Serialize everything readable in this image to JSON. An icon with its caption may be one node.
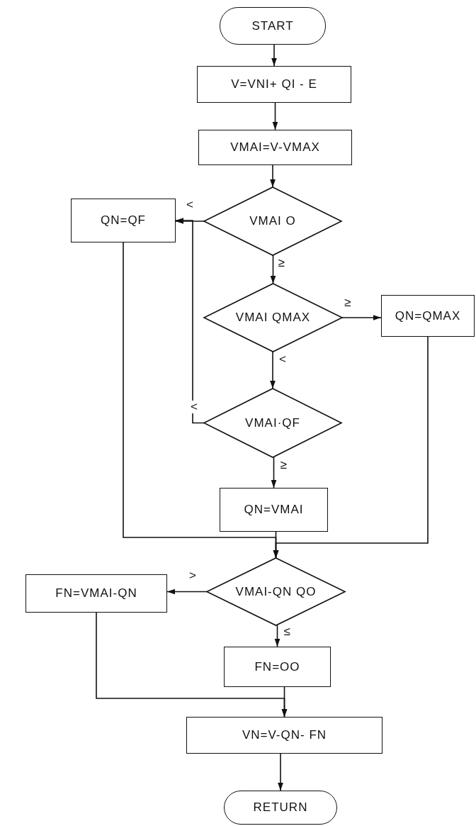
{
  "diagram": {
    "nodes": [
      {
        "text": [
          "START"
        ]
      },
      {
        "text": [
          "V=VNI+ QI - E"
        ]
      },
      {
        "text": [
          "VMAI=V-VMAX"
        ]
      },
      {
        "text": [
          "VMAI O"
        ]
      },
      {
        "text": [
          "QN=QF"
        ]
      },
      {
        "text": [
          "VMAI QMAX"
        ]
      },
      {
        "text": [
          "QN=QMAX"
        ]
      },
      {
        "text": [
          "VMAI·QF"
        ]
      },
      {
        "text": [
          "QN=VMAI"
        ]
      },
      {
        "text": [
          "VMAI-QN QO"
        ]
      },
      {
        "text": [
          "FN=VMAI-QN"
        ]
      },
      {
        "text": [
          "FN=OO"
        ]
      },
      {
        "text": [
          "VN=V-QN- FN"
        ]
      },
      {
        "text": [
          "RETURN"
        ]
      }
    ],
    "edges": [
      {
        "from": 0,
        "to": 1,
        "arrow": "to"
      },
      {
        "from": 1,
        "to": 2,
        "arrow": "to"
      },
      {
        "from": 2,
        "to": 3,
        "arrow": "to"
      },
      {
        "from": 3,
        "to": 4,
        "arrow": "to",
        "label": "<"
      },
      {
        "from": 3,
        "to": 5,
        "arrow": "to",
        "label": "≥"
      },
      {
        "from": 5,
        "to": 6,
        "arrow": "to",
        "label": "≥"
      },
      {
        "from": 5,
        "to": 7,
        "arrow": "to",
        "label": "<"
      },
      {
        "from": 7,
        "to": 4,
        "arrow": "to",
        "label": "<"
      },
      {
        "from": 7,
        "to": 8,
        "arrow": "to",
        "label": "≥"
      },
      {
        "from": 4,
        "to": 9,
        "arrow": "to"
      },
      {
        "from": 8,
        "to": 9,
        "arrow": "to"
      },
      {
        "from": 6,
        "to": 9,
        "arrow": "to"
      },
      {
        "from": 9,
        "to": 10,
        "arrow": "to",
        "label": ">"
      },
      {
        "from": 9,
        "to": 11,
        "arrow": "to",
        "label": "≤"
      },
      {
        "from": 10,
        "to": 12,
        "arrow": "to"
      },
      {
        "from": 11,
        "to": 12,
        "arrow": "to"
      },
      {
        "from": 12,
        "to": 13,
        "arrow": "to"
      }
    ]
  }
}
